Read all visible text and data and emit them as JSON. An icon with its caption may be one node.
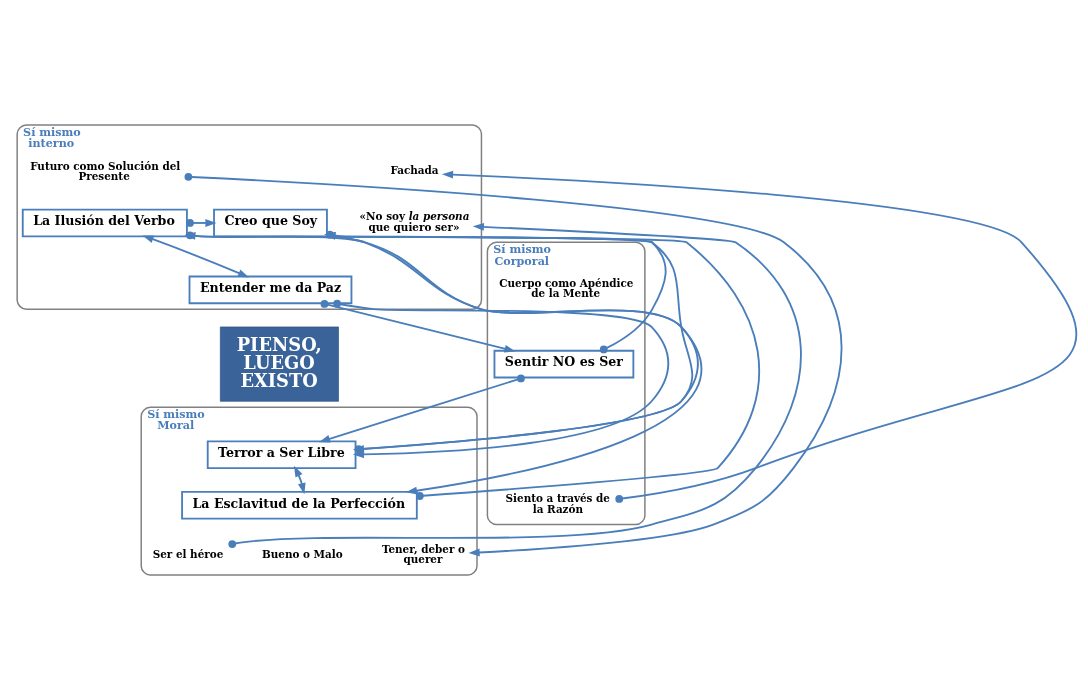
{
  "diagram": {
    "nodes": [
      {
        "text": [
          "Sí mismo interno"
        ]
      },
      {
        "text": [
          "La Ilusión del Verbo"
        ],
        "in": 0
      },
      {
        "text": [
          "Creo que Soy"
        ],
        "in": 0
      },
      {
        "text": [
          "Entender me da Paz"
        ],
        "in": 0
      },
      {
        "text": [
          "Futuro como Solución del Presente"
        ],
        "in": 0
      },
      {
        "text": [
          "Fachada"
        ],
        "in": 0
      },
      {
        "text": [
          "«No soy *la persona* que quiero ser»"
        ],
        "in": 0
      },
      {
        "text": [
          "PIENSO, LUEGO EXISTO"
        ]
      },
      {
        "text": [
          "Sí mismo Corporal"
        ]
      },
      {
        "text": [
          "Cuerpo como Apéndice de la Mente"
        ],
        "in": 8
      },
      {
        "text": [
          "Sentir NO es Ser"
        ],
        "in": 8
      },
      {
        "text": [
          "Siento a través de la Razón"
        ],
        "in": 8
      },
      {
        "text": [
          "Sí mismo Moral"
        ]
      },
      {
        "text": [
          "Terror a Ser Libre"
        ],
        "in": 12
      },
      {
        "text": [
          "La Esclavitud de la Perfección"
        ],
        "in": 12
      },
      {
        "text": [
          "Ser el héroe"
        ],
        "in": 12
      },
      {
        "text": [
          "Tener, deber o querer"
        ],
        "in": 12
      },
      {
        "text": [
          "Bueno o Malo"
        ],
        "in": 12
      }
    ],
    "edges": [
      {
        "from": 13,
        "to": 1,
        "arrow": "to"
      },
      {
        "from": 1,
        "to": 2,
        "arrow": "to"
      },
      {
        "from": 1,
        "to": 3,
        "arrow": "both"
      },
      {
        "from": 3,
        "to": 10,
        "arrow": "to"
      },
      {
        "from": 3,
        "to": 13,
        "arrow": "to"
      },
      {
        "from": 1,
        "to": 14,
        "arrow": "to"
      },
      {
        "from": 2,
        "to": 13,
        "arrow": "to"
      },
      {
        "from": 14,
        "to": 2,
        "arrow": "to"
      },
      {
        "from": 10,
        "to": 2,
        "arrow": "to"
      },
      {
        "from": 10,
        "to": 13,
        "arrow": "to"
      },
      {
        "from": 13,
        "to": 14,
        "arrow": "both"
      },
      {
        "from": 4,
        "to": 16,
        "arrow": "to"
      },
      {
        "from": 11,
        "to": 5,
        "arrow": "to"
      },
      {
        "from": 15,
        "to": 6,
        "arrow": "to"
      }
    ]
  }
}
